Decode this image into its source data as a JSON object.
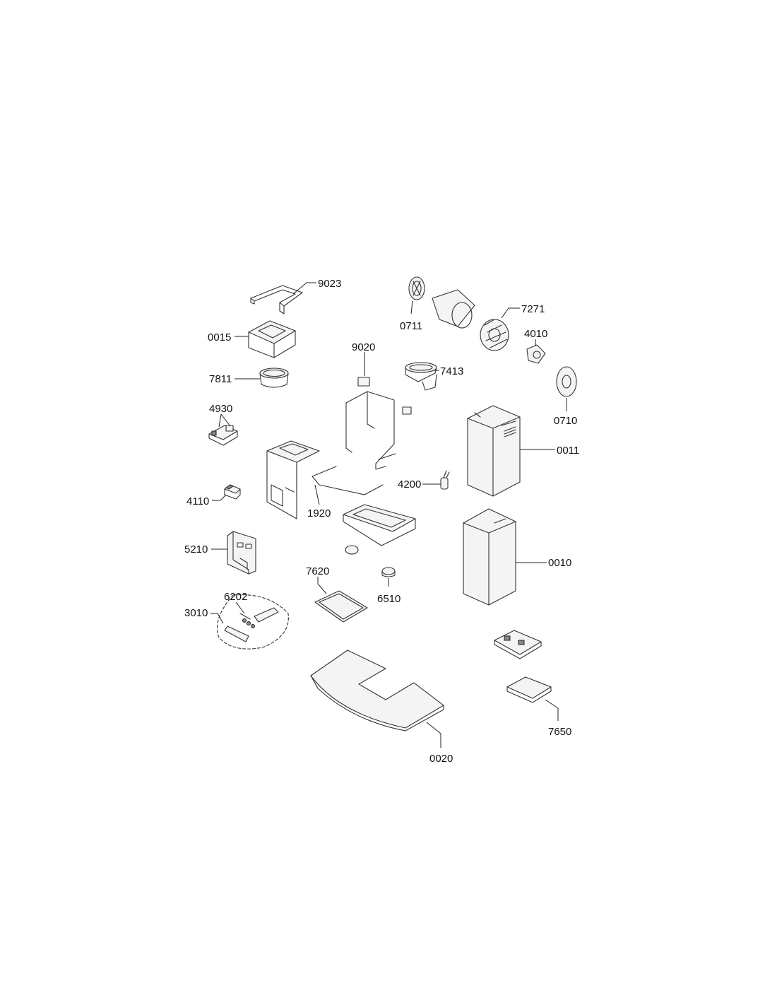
{
  "labels": {
    "p9023": "9023",
    "p0015": "0015",
    "p7811": "7811",
    "p4930": "4930",
    "p4110": "4110",
    "p5210": "5210",
    "p3010": "3010",
    "p6202": "6202",
    "p0711": "0711",
    "p7271": "7271",
    "p4010": "4010",
    "p9020": "9020",
    "p7413": "7413",
    "p0710": "0710",
    "p0011": "0011",
    "p4200": "4200",
    "p1920": "1920",
    "p0010": "0010",
    "p7620": "7620",
    "p6510": "6510",
    "p7650": "7650",
    "p0020": "0020"
  }
}
